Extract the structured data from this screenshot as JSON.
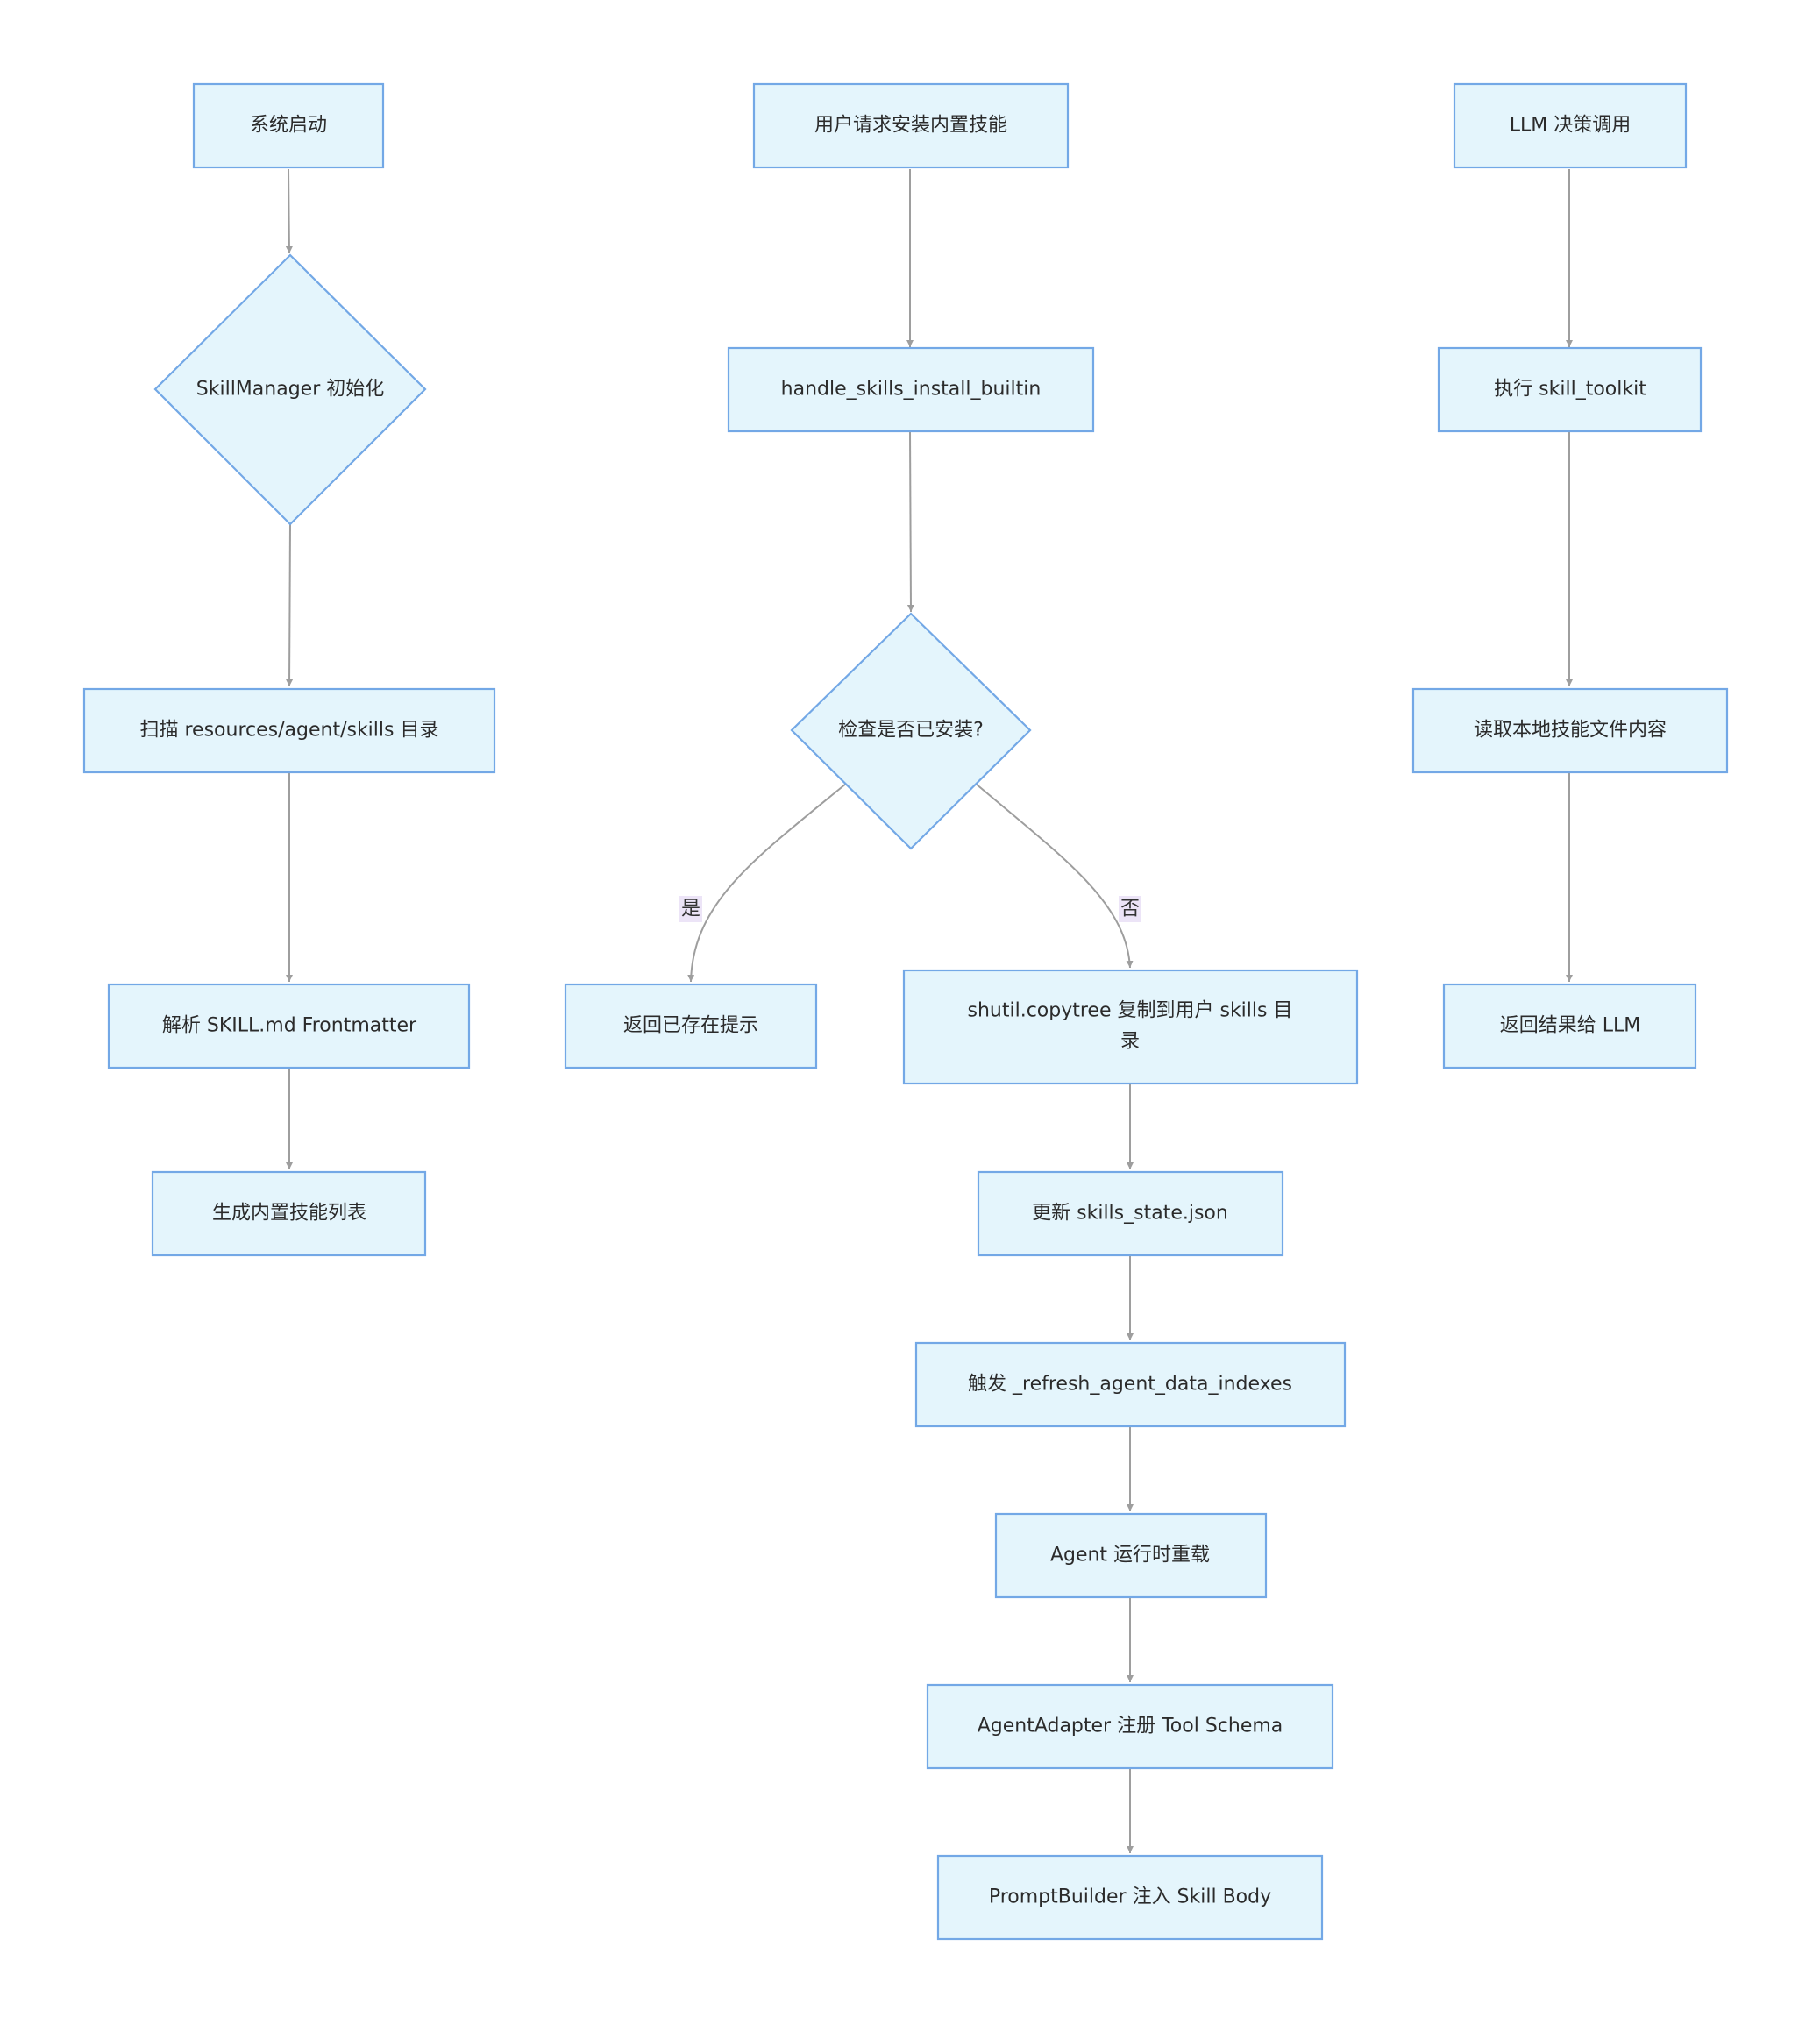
{
  "colors": {
    "node_fill": "#e4f5fc",
    "node_stroke": "#73a8e6",
    "edge": "#9e9e9e",
    "label_bg": "#ece4f7"
  },
  "nodes": {
    "sys_start": "系统启动",
    "skill_manager_init": "SkillManager 初始化",
    "scan_dir": "扫描 resources/agent/skills 目录",
    "parse_frontmatter": "解析 SKILL.md Frontmatter",
    "gen_list": "生成内置技能列表",
    "user_request": "用户请求安装内置技能",
    "handle_install": "handle_skills_install_builtin",
    "check_installed": "检查是否已安装?",
    "return_exists": "返回已存在提示",
    "copytree_line1": "shutil.copytree 复制到用户 skills 目",
    "copytree_line2": "录",
    "update_state": "更新 skills_state.json",
    "refresh_indexes": "触发 _refresh_agent_data_indexes",
    "agent_reload": "Agent 运行时重载",
    "register_schema": "AgentAdapter 注册 Tool Schema",
    "inject_body": "PromptBuilder 注入 Skill Body",
    "llm_decide": "LLM 决策调用",
    "exec_toolkit": "执行 skill_toolkit",
    "read_file": "读取本地技能文件内容",
    "return_llm": "返回结果给 LLM"
  },
  "edge_labels": {
    "yes": "是",
    "no": "否"
  }
}
